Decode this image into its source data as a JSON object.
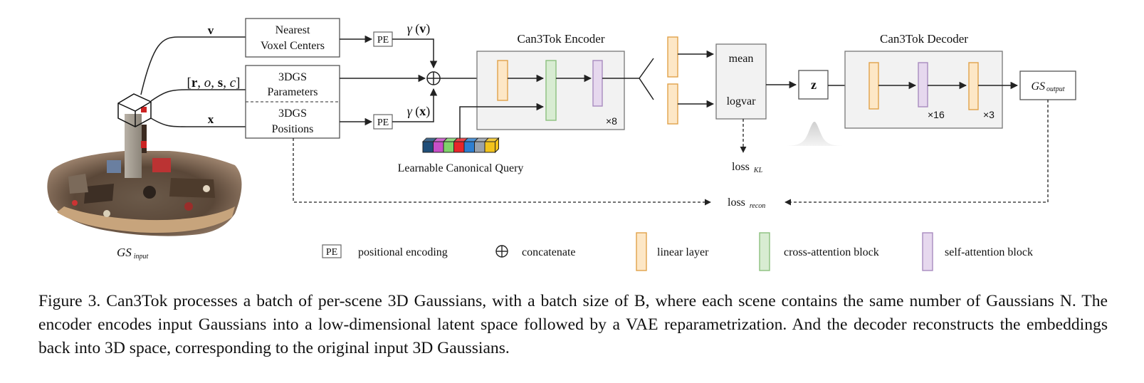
{
  "diagram": {
    "input_arrows": {
      "v": "v",
      "params_open": "[",
      "r": "r",
      "o": "o",
      "s": "s",
      "c": "c",
      "params_close": "]",
      "comma": ",",
      "x": "x"
    },
    "boxes": {
      "nearest_line1": "Nearest",
      "nearest_line2": "Voxel Centers",
      "params_line1": "3DGS",
      "params_line2": "Parameters",
      "positions_line1": "3DGS",
      "positions_line2": "Positions"
    },
    "pe_label": "PE",
    "gamma_v": {
      "gamma": "γ",
      "arg": "v"
    },
    "gamma_x": {
      "gamma": "γ",
      "arg": "x"
    },
    "encoder_title": "Can3Tok Encoder",
    "encoder_repeat": "×8",
    "decoder_title": "Can3Tok Decoder",
    "decoder_repeat_self": "×16",
    "decoder_repeat_linear": "×3",
    "query_label": "Learnable Canonical Query",
    "query_colors": [
      "#1f4e79",
      "#c84fc7",
      "#7fd36a",
      "#e8262a",
      "#2f7fd0",
      "#9aa2ab",
      "#f2c31c"
    ],
    "vae": {
      "mean": "mean",
      "logvar": "logvar"
    },
    "latent": "z",
    "loss_kl": {
      "loss": "loss",
      "sub": "KL"
    },
    "loss_recon": {
      "loss": "loss",
      "sub": "recon"
    },
    "gs_input": {
      "gs": "GS",
      "sub": "input"
    },
    "gs_output": {
      "gs": "GS",
      "sub": "output"
    },
    "colors": {
      "linear_fill": "#fde7c6",
      "linear_stroke": "#e0a24a",
      "cross_fill": "#d8ecd2",
      "cross_stroke": "#8bc07e",
      "self_fill": "#e6d8ee",
      "self_stroke": "#a88bbf",
      "block_fill": "#f2f2f2",
      "line": "#222222"
    },
    "legend": {
      "pe": "positional encoding",
      "concat": "concatenate",
      "linear": "linear layer",
      "cross": "cross-attention block",
      "self": "self-attention block"
    }
  },
  "caption": "Figure 3. Can3Tok processes a batch of per-scene 3D Gaussians, with a batch size of B, where each scene contains the same number of Gaussians N. The encoder encodes input Gaussians into a low-dimensional latent space followed by a VAE reparametrization. And the decoder reconstructs the embeddings back into 3D space, corresponding to the original input 3D Gaussians."
}
